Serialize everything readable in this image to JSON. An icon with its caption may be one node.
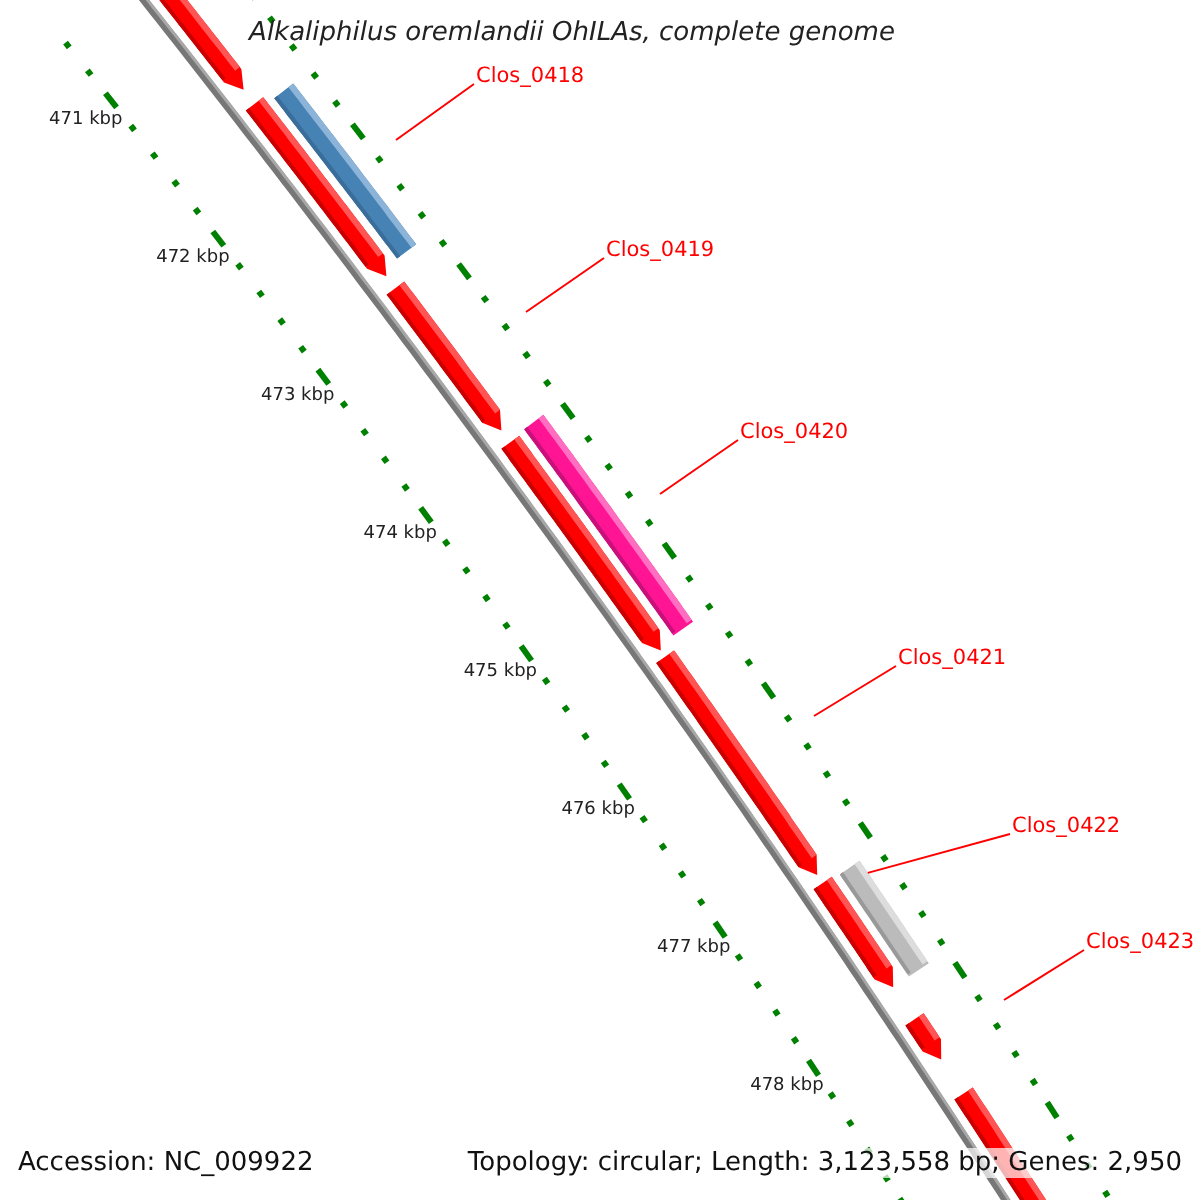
{
  "diagram": {
    "title": "Alkaliphilus oremlandii OhILAs, complete genome",
    "nodes": [
      {
        "text": [
          "Clos_0418"
        ]
      },
      {
        "text": [
          "Clos_0419"
        ]
      },
      {
        "text": [
          "Clos_0420"
        ]
      },
      {
        "text": [
          "Clos_0421"
        ]
      },
      {
        "text": [
          "Clos_0422"
        ]
      },
      {
        "text": [
          "Clos_0423"
        ]
      },
      {
        "text": [],
        "shape": "bar"
      }
    ],
    "edges": [
      {
        "from": 0,
        "to": null,
        "arrow": "none"
      },
      {
        "from": 1,
        "to": null,
        "arrow": "none"
      },
      {
        "from": 2,
        "to": null,
        "arrow": "none"
      },
      {
        "from": 3,
        "to": null,
        "arrow": "none"
      },
      {
        "from": 4,
        "to": 6,
        "arrow": "none"
      },
      {
        "from": 5,
        "to": null,
        "arrow": "none"
      }
    ],
    "labels": [
      "471 kbp",
      "472 kbp",
      "473 kbp",
      "474 kbp",
      "475 kbp",
      "476 kbp",
      "477 kbp",
      "478 kbp",
      "Accession: NC_009922",
      "Topology: circular; Length: 3,123,558 bp; Genes: 2,950"
    ]
  }
}
